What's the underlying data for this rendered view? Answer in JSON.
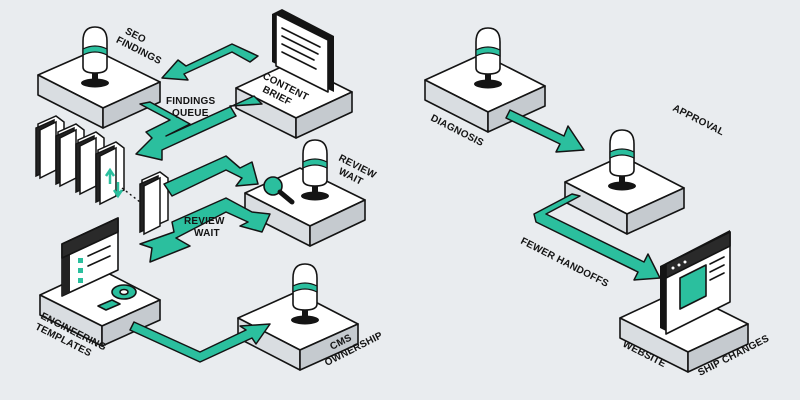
{
  "colors": {
    "background": "#e9ecef",
    "accent": "#2bbf9e",
    "outline": "#141414",
    "platform_top": "#ffffff",
    "platform_side": "#d9dde1",
    "screen_dark": "#2a2a2a"
  },
  "labels": {
    "seo_findings": [
      "SEO",
      "FINDINGS"
    ],
    "content_brief": [
      "CONTENT",
      "BRIEF"
    ],
    "findings_queue": [
      "FINDINGS",
      "QUEUE"
    ],
    "review_wait_right": [
      "REVIEW",
      "WAIT"
    ],
    "review_wait_mid": [
      "REVIEW",
      "WAIT"
    ],
    "engineering_templates": [
      "ENGINEERING",
      "TEMPLATES"
    ],
    "cms_ownership": [
      "CMS",
      "OWNERSHIP"
    ],
    "diagnosis": "DIAGNOSIS",
    "approval": "APPROVAL",
    "fewer_handoffs": "FEWER HANDOFFS",
    "website": "WEBSITE",
    "ship_changes": "SHIP CHANGES"
  },
  "icons": [
    "person-icon",
    "document-icon",
    "magnifier-icon",
    "gear-icon",
    "browser-window-icon",
    "template-panel-icon",
    "arrow-icon"
  ]
}
